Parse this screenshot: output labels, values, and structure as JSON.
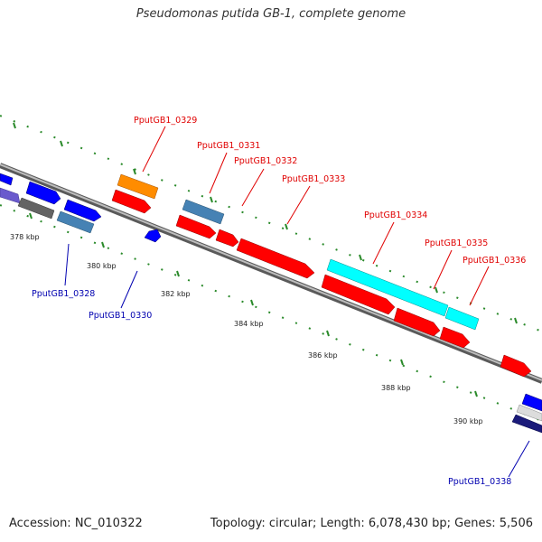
{
  "title": "Pseudomonas putida GB-1, complete genome",
  "footer": {
    "accession": "Accession: NC_010322",
    "topology": "Topology: circular; Length: 6,078,430 bp; Genes: 5,506"
  },
  "colors": {
    "red": "#ff0000",
    "orange": "#ff8c00",
    "steel": "#4682b4",
    "cyan": "#00ffff",
    "blue": "#0000ff",
    "gray": "#646464",
    "slate": "#6a5acd",
    "navy": "#1a1a7a",
    "backbone": "#8c8c8c",
    "label_red": "#e00000",
    "label_blue": "#0000b0",
    "tick": "#2a8a2a"
  },
  "kbp_labels": [
    "378 kbp",
    "380 kbp",
    "382 kbp",
    "384 kbp",
    "386 kbp",
    "388 kbp",
    "390 kbp"
  ],
  "gene_labels": [
    "PputGB1_0329",
    "PputGB1_0331",
    "PputGB1_0332",
    "PputGB1_0333",
    "PputGB1_0334",
    "PputGB1_0335",
    "PputGB1_0336",
    "PputGB1_0328",
    "PputGB1_0330",
    "PputGB1_0338"
  ]
}
